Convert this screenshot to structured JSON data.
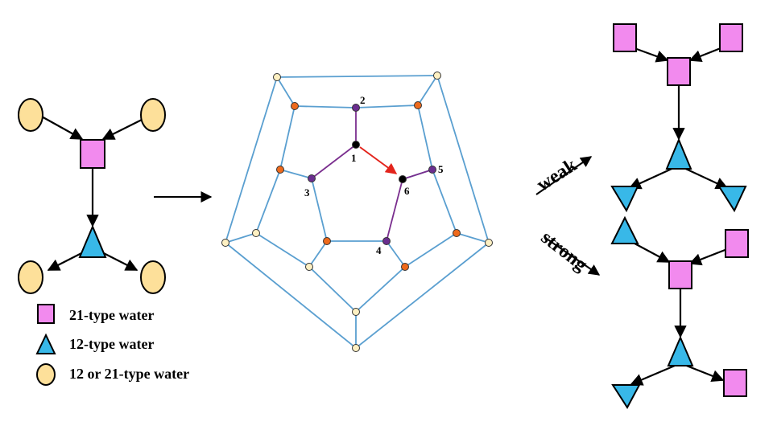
{
  "legend": {
    "square_label": "21-type water",
    "triangle_label": "12-type water",
    "circle_label": "12 or 21-type water"
  },
  "graph": {
    "node_labels": [
      "1",
      "2",
      "3",
      "4",
      "5",
      "6"
    ]
  },
  "arrows": {
    "weak_label": "weak",
    "strong_label": "strong"
  },
  "colors": {
    "square_fill": "#F28AEE",
    "triangle_fill": "#38B8E8",
    "circle_fill": "#FDE09A",
    "edge_blue": "#5A9FD0",
    "edge_purple": "#7A2E8E",
    "node_orange": "#EE6A1C",
    "node_purple": "#6A2D8F",
    "node_yellow": "#FDF0C2",
    "red_arrow": "#E3241C"
  }
}
